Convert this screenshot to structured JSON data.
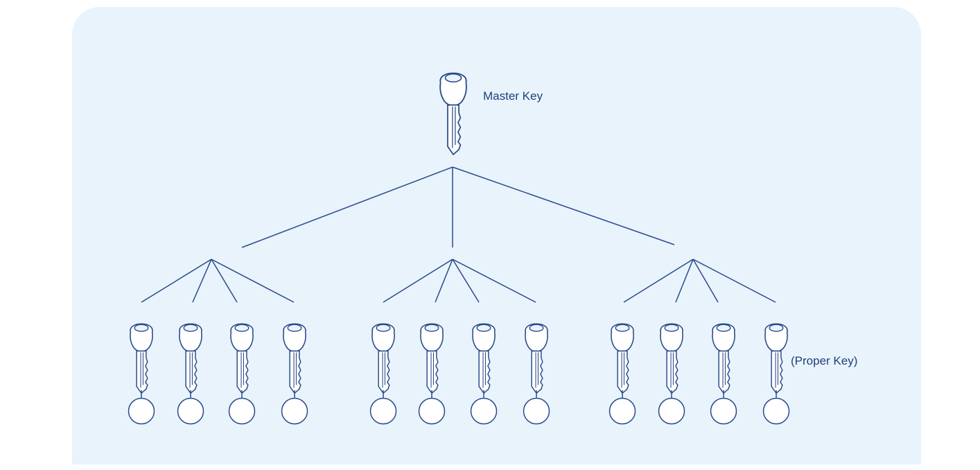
{
  "labels": {
    "master": "Master Key",
    "proper": "(Proper Key)"
  },
  "tree": {
    "root": "master-key",
    "groups": 3,
    "keys_per_group": 4
  },
  "colors": {
    "panel": "#e8f3fc",
    "stroke": "#2a4a8a",
    "text": "#1f3f7a"
  },
  "icons": {
    "key": "key-icon",
    "lock": "lock-circle-icon"
  }
}
